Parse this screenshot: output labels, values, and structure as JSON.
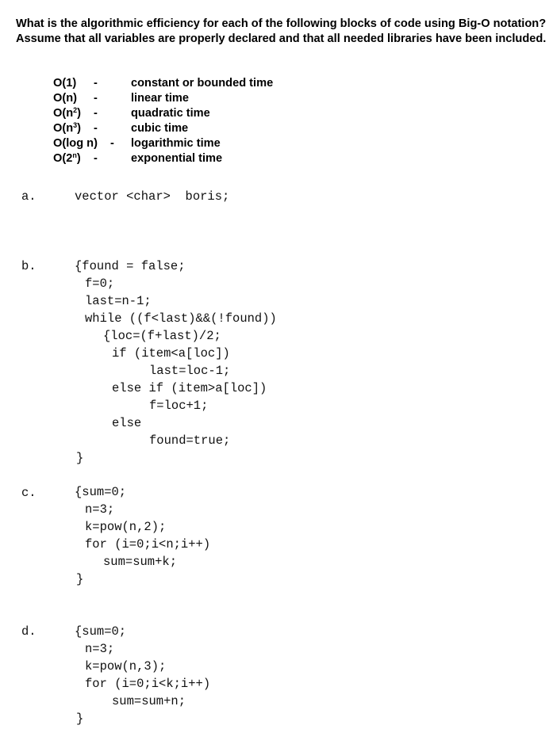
{
  "question": "What is the algorithmic efficiency for each of the following blocks of code using Big-O notation?  Assume that all variables are properly declared and that all needed libraries have been included.",
  "legend": [
    {
      "base": "O(",
      "exp": "",
      "arg": "1",
      "close": ")",
      "dash": "-",
      "desc": "constant or bounded time"
    },
    {
      "base": "O(",
      "exp": "",
      "arg": "n",
      "close": ")",
      "dash": "-",
      "desc": "linear time"
    },
    {
      "base": "O(",
      "arg": "n",
      "exp": "2",
      "close": ")",
      "dash": "-",
      "desc": "quadratic time"
    },
    {
      "base": "O(",
      "arg": "n",
      "exp": "3",
      "close": ")",
      "dash": "-",
      "desc": "cubic time"
    },
    {
      "base": "O(",
      "arg": "log n",
      "exp": "",
      "close": ")",
      "dash": "-",
      "desc": "logarithmic time"
    },
    {
      "base": "O(",
      "arg": "2",
      "exp": "n",
      "close": ")",
      "dash": "-",
      "desc": "exponential time"
    }
  ],
  "problems": [
    {
      "label": "a.",
      "lines": [
        "vector <char>  boris;"
      ]
    },
    {
      "label": "b.",
      "lines": [
        "{found = false;",
        "f=0;",
        "last=n-1;",
        "while ((f<last)&&(!found))",
        "{loc=(f+last)/2;",
        "if (item<a[loc])",
        "last=loc-1;",
        "else if (item>a[loc])",
        "f=loc+1;",
        "else",
        "found=true;",
        "}"
      ]
    },
    {
      "label": "c.",
      "lines": [
        "{sum=0;",
        "n=3;",
        "k=pow(n,2);",
        "for (i=0;i<n;i++)",
        "sum=sum+k;",
        "}"
      ]
    },
    {
      "label": "d.",
      "lines": [
        "{sum=0;",
        "n=3;",
        "k=pow(n,3);",
        "for (i=0;i<k;i++)",
        "sum=sum+n;",
        "}"
      ]
    }
  ]
}
